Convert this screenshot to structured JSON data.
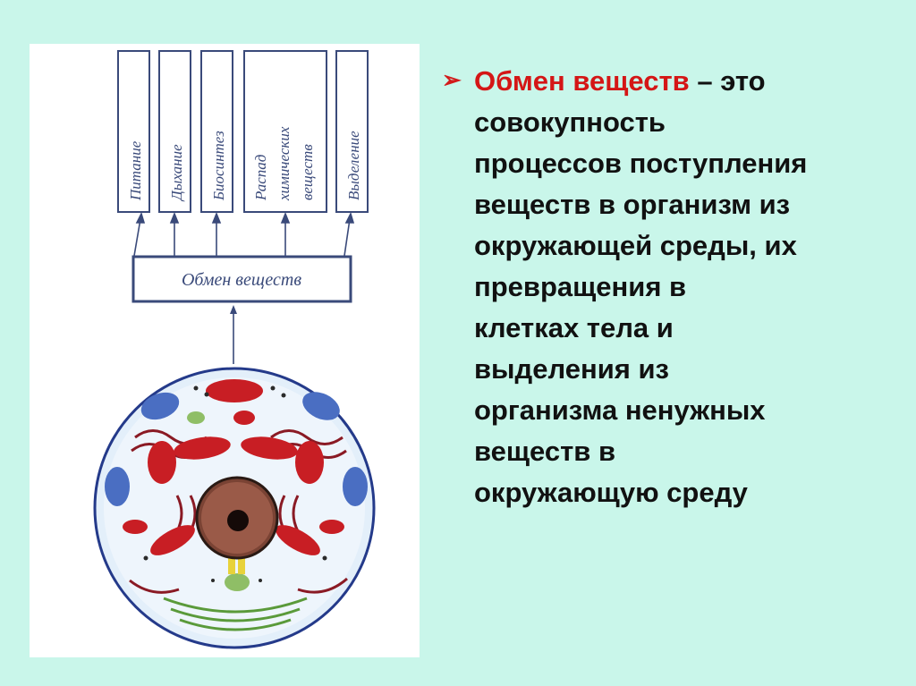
{
  "diagram": {
    "process_boxes": [
      {
        "label": "Питание"
      },
      {
        "label": "Дыхание"
      },
      {
        "label": "Биосинтез"
      },
      {
        "label": "Распад химических веществ",
        "lines": [
          "Распад",
          "химических",
          "веществ"
        ]
      },
      {
        "label": "Выделение"
      }
    ],
    "center_box": {
      "label": "Обмен веществ"
    }
  },
  "definition": {
    "bullet": "➢",
    "term": "Обмен веществ",
    "lines": [
      " – это",
      "совокупность",
      "процессов поступления",
      "веществ в организм из",
      "окружающей среды, их",
      "превращения в",
      "клетках тела и",
      "выделения из",
      "организма ненужных",
      "веществ в",
      "окружающую среду"
    ]
  },
  "colors": {
    "background": "#c9f6ea",
    "term": "#d41616",
    "diagram_ink": "#3a4a7a",
    "mitochondria": "#c81e24",
    "nucleus": "#7a4334"
  }
}
